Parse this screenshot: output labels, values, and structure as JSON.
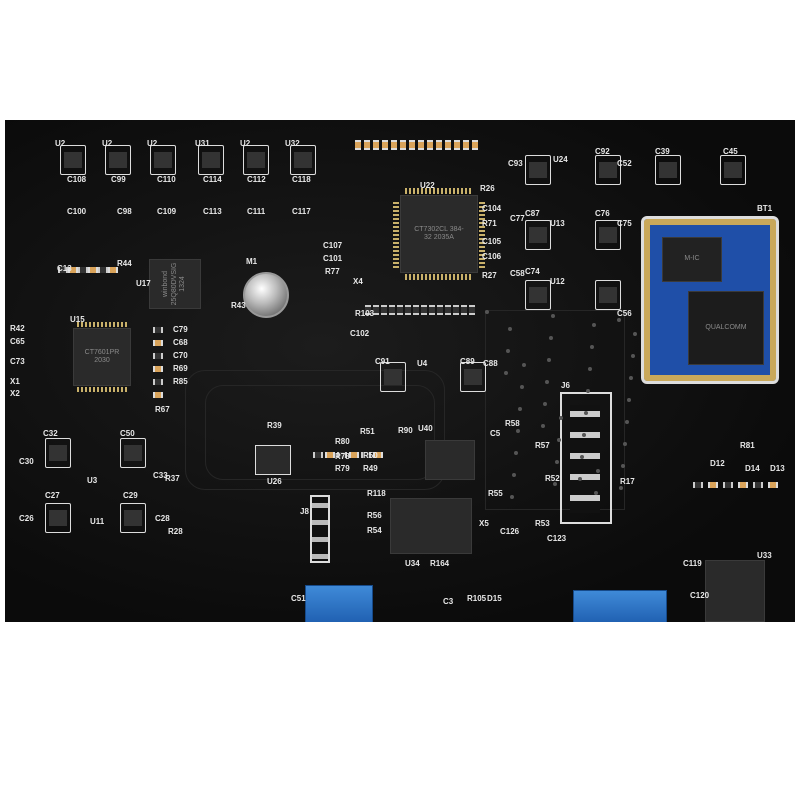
{
  "board": {
    "chips": {
      "u22": "CT7302CL 384-32 2035A",
      "u15": "CT7601PR 2030",
      "u17": "winbond 25Q80DVSIG 1324",
      "bt1_top": "M-IC",
      "bt1_main": "QUALCOMM"
    },
    "labels": [
      "U2",
      "U2",
      "U2",
      "U31",
      "U2",
      "U32",
      "C108",
      "C99",
      "C110",
      "C114",
      "C112",
      "C118",
      "C100",
      "C98",
      "C109",
      "C113",
      "C111",
      "C117",
      "U22",
      "R26",
      "C104",
      "R71",
      "C105",
      "C106",
      "R27",
      "C77",
      "C58",
      "C87",
      "U13",
      "C76",
      "C75",
      "C74",
      "U12",
      "C56",
      "BT1",
      "C93",
      "U24",
      "C92",
      "C52",
      "C39",
      "C45",
      "M1",
      "U17",
      "R43",
      "R44",
      "C13",
      "U15",
      "R42",
      "C65",
      "C73",
      "X1",
      "X2",
      "C79",
      "C68",
      "C70",
      "R69",
      "R85",
      "R67",
      "C107",
      "C101",
      "R77",
      "X4",
      "C102",
      "R103",
      "C91",
      "U4",
      "C89",
      "C88",
      "J6",
      "R39",
      "U26",
      "R80",
      "R51",
      "R90",
      "U40",
      "C5",
      "R58",
      "R57",
      "R79",
      "R78",
      "R50",
      "R49",
      "R118",
      "R56",
      "R54",
      "U34",
      "R164",
      "R55",
      "X5",
      "C126",
      "C123",
      "R53",
      "R52",
      "R17",
      "J8",
      "C32",
      "C50",
      "C30",
      "U3",
      "C27",
      "C29",
      "C33",
      "R37",
      "C26",
      "U11",
      "C28",
      "R28",
      "C51",
      "C3",
      "R105",
      "D15",
      "U33",
      "C119",
      "C120",
      "R81",
      "D12",
      "D14",
      "D13"
    ],
    "colors": {
      "board": "#111111",
      "silk": "#e8e8e8",
      "pad": "#c9b16a",
      "module": "#1f4fa8",
      "cap": "#2f78c8"
    }
  }
}
